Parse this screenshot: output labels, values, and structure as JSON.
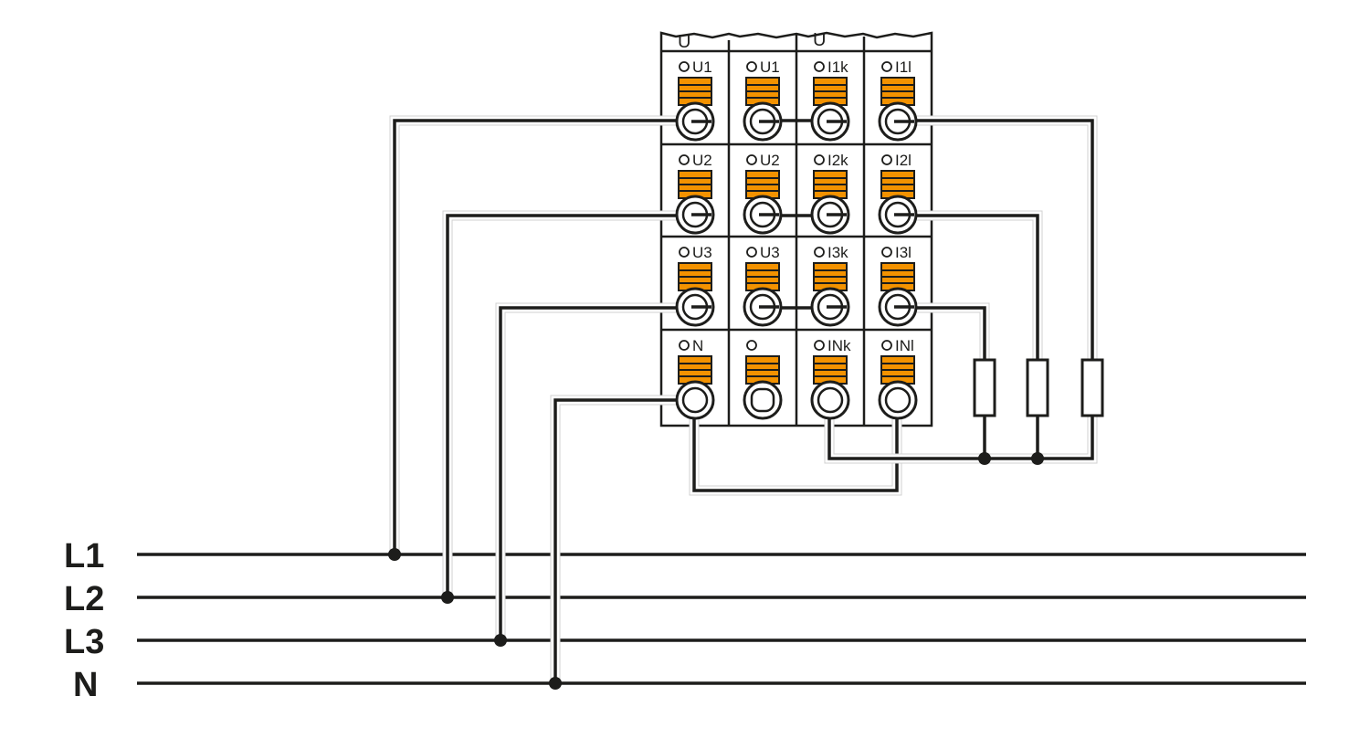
{
  "diagram": {
    "supply_lines": [
      {
        "id": "L1",
        "label": "L1"
      },
      {
        "id": "L2",
        "label": "L2"
      },
      {
        "id": "L3",
        "label": "L3"
      },
      {
        "id": "N",
        "label": "N"
      }
    ],
    "module_header_labels": [
      "U",
      "U"
    ],
    "terminals": [
      [
        "U1",
        "U1",
        "I1k",
        "I1l"
      ],
      [
        "U2",
        "U2",
        "I2k",
        "I2l"
      ],
      [
        "U3",
        "U3",
        "I3k",
        "I3l"
      ],
      [
        "N",
        "",
        "INk",
        "INl"
      ]
    ],
    "colors": {
      "line": "#1d1d1b",
      "lever": "#f39200",
      "background": "#ffffff"
    }
  }
}
